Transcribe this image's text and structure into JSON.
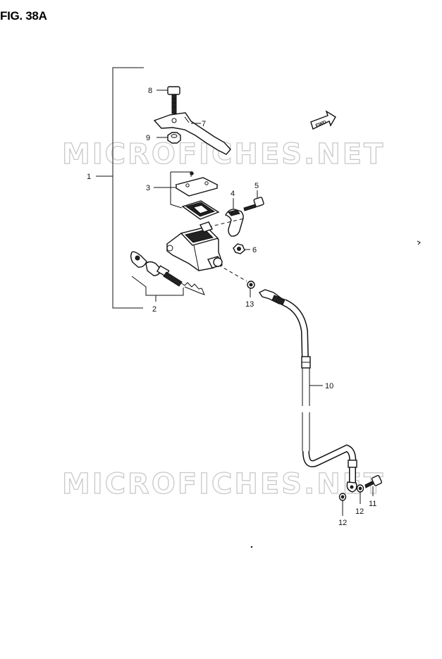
{
  "figure": {
    "title": "FIG. 38A"
  },
  "watermark": {
    "text": "MICROFICHES.NET"
  },
  "direction_tag": {
    "text": "FWD"
  },
  "callouts": [
    {
      "id": "c1",
      "label": "1"
    },
    {
      "id": "c2",
      "label": "2"
    },
    {
      "id": "c3",
      "label": "3"
    },
    {
      "id": "c4",
      "label": "4"
    },
    {
      "id": "c5",
      "label": "5"
    },
    {
      "id": "c6",
      "label": "6"
    },
    {
      "id": "c7",
      "label": "7"
    },
    {
      "id": "c8",
      "label": "8"
    },
    {
      "id": "c9",
      "label": "9"
    },
    {
      "id": "c10",
      "label": "10"
    },
    {
      "id": "c11",
      "label": "11"
    },
    {
      "id": "c12a",
      "label": "12"
    },
    {
      "id": "c12b",
      "label": "12"
    },
    {
      "id": "c13",
      "label": "13"
    }
  ]
}
